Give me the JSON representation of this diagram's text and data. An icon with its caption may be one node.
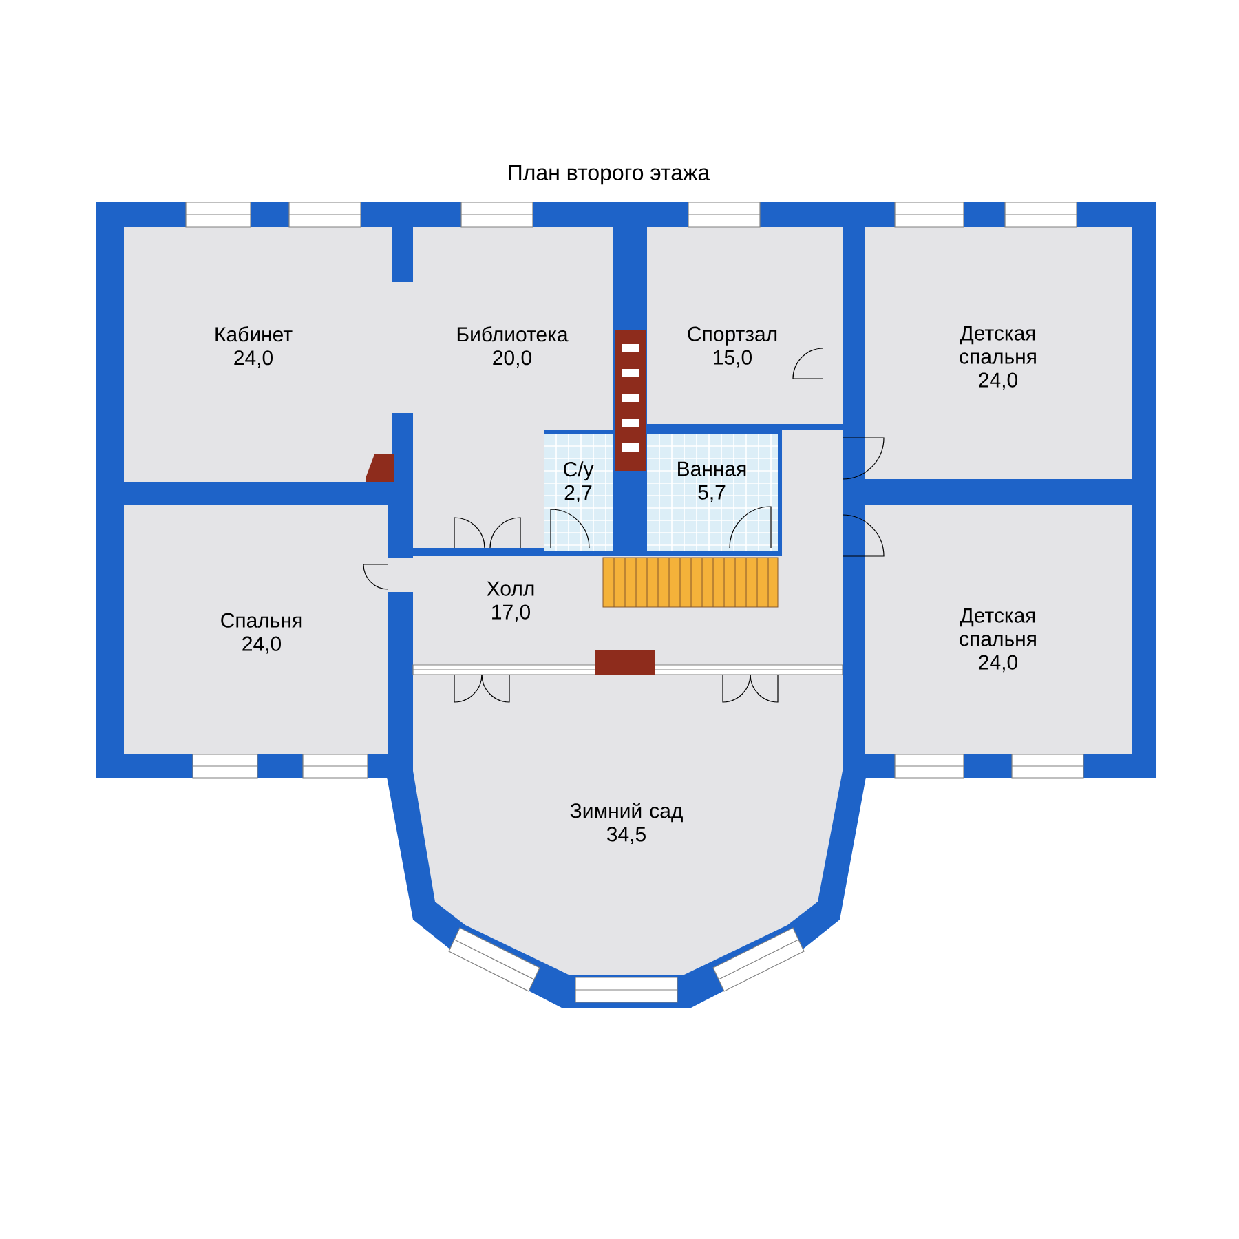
{
  "diagram": {
    "title": "План второго этажа",
    "nodes": [
      {
        "text": [
          "Кабинет",
          "24,0"
        ]
      },
      {
        "text": [
          "Библиотека",
          "20,0"
        ]
      },
      {
        "text": [
          "Спортзал",
          "15,0"
        ]
      },
      {
        "text": [
          "Детская спальня",
          "24,0"
        ]
      },
      {
        "text": [
          "С/у",
          "2,7"
        ]
      },
      {
        "text": [
          "Ванная",
          "5,7"
        ]
      },
      {
        "text": [
          "Спальня",
          "24,0"
        ]
      },
      {
        "text": [
          "Холл",
          "17,0"
        ]
      },
      {
        "text": [
          "Детская спальня",
          "24,0"
        ]
      },
      {
        "text": [
          "Зимний сад",
          "34,5"
        ]
      }
    ]
  }
}
